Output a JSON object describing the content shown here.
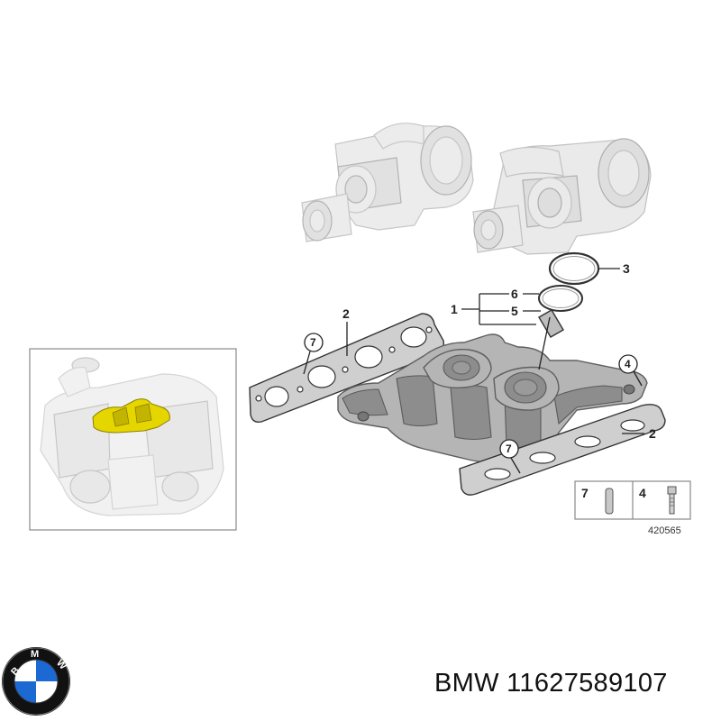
{
  "callouts": {
    "c1": "1",
    "c2_top": "2",
    "c2_right": "2",
    "c3": "3",
    "c4": "4",
    "c5": "5",
    "c6": "6",
    "c7_left": "7",
    "c7_bottom": "7"
  },
  "legend": {
    "item_a": "7",
    "item_b": "4",
    "ref_code": "420565"
  },
  "caption": "BMW 11627589107",
  "logo": {
    "letters": "BMW",
    "colors": {
      "blue": "#1c69d4",
      "white": "#ffffff",
      "ring": "#111111"
    }
  },
  "colors": {
    "highlight": "#e6d600"
  }
}
